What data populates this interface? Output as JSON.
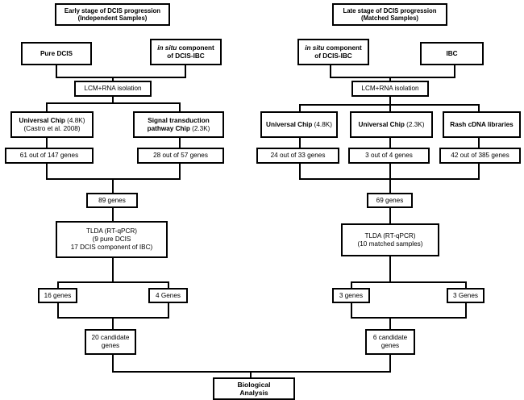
{
  "figure": {
    "type": "flowchart",
    "title": "DCIS progression study workflow",
    "branches": [
      "early",
      "late"
    ]
  },
  "early": {
    "header": {
      "line1": "Early stage of DCIS progression",
      "line2": "(Independent Samples)"
    },
    "sources": [
      {
        "line1": "Pure DCIS",
        "line2": ""
      },
      {
        "line1_italic": "in situ",
        "line1_rest": " component",
        "line2": "of DCIS-IBC"
      }
    ],
    "isolation": "LCM+RNA isolation",
    "platforms": [
      {
        "line1_bold": "Universal Chip",
        "line1_rest": " (4.8K)",
        "line2": "(Castro et al. 2008)"
      },
      {
        "line1_bold": "Signal transduction",
        "line1_rest": "",
        "line2_bold": "pathway Chip",
        "line2_rest": " (2.3K)"
      }
    ],
    "results": [
      "61 out of 147 genes",
      "28 out of 57 genes"
    ],
    "merged": "89  genes",
    "tlda": {
      "line1": "TLDA (RT-qPCR)",
      "line2": "(9 pure DCIS",
      "line3": "17 DCIS component of IBC)"
    },
    "outcomes": [
      "16 genes",
      "4 Genes"
    ],
    "candidates": {
      "line1": "20 candidate",
      "line2": "genes"
    }
  },
  "late": {
    "header": {
      "line1": "Late stage of DCIS progression",
      "line2": "(Matched Samples)"
    },
    "sources": [
      {
        "line1_italic": "in situ",
        "line1_rest": " component",
        "line2": "of DCIS-IBC"
      },
      {
        "line1": "IBC",
        "line2": ""
      }
    ],
    "isolation": "LCM+RNA isolation",
    "platforms": [
      {
        "line1_bold": "Universal Chip",
        "line1_rest": " (4.8K)"
      },
      {
        "line1_bold": "Universal Chip",
        "line1_rest": " (2.3K)"
      },
      {
        "line1_bold": "Rash cDNA libraries",
        "line1_rest": ""
      }
    ],
    "results": [
      "24 out of 33 genes",
      "3 out of 4  genes",
      "42  out of 385 genes"
    ],
    "merged": "69 genes",
    "tlda": {
      "line1": "TLDA (RT-qPCR)",
      "line2": "(10 matched samples)"
    },
    "outcomes": [
      "3 genes",
      "3 Genes"
    ],
    "candidates": {
      "line1": "6 candidate",
      "line2": "genes"
    }
  },
  "final": {
    "line1": "Biological",
    "line2": "Analysis"
  },
  "colors": {
    "stroke": "#000000",
    "fill": "#ffffff",
    "text": "#000000"
  }
}
